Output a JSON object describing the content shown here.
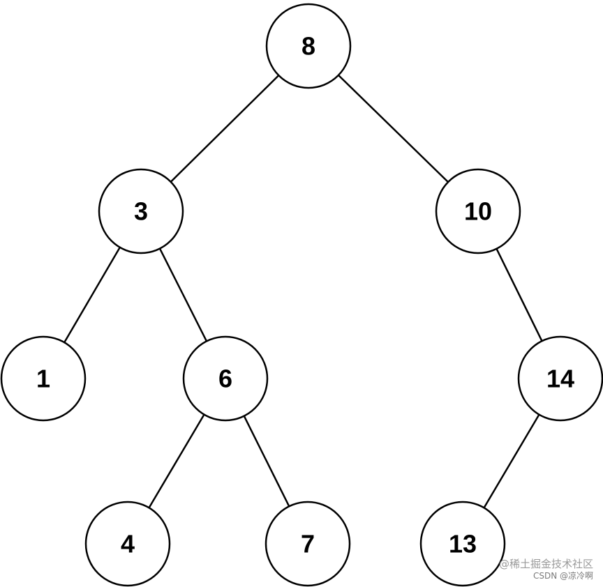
{
  "tree": {
    "nodes": [
      {
        "id": "n8",
        "label": "8"
      },
      {
        "id": "n3",
        "label": "3"
      },
      {
        "id": "n10",
        "label": "10"
      },
      {
        "id": "n1",
        "label": "1"
      },
      {
        "id": "n6",
        "label": "6"
      },
      {
        "id": "n14",
        "label": "14"
      },
      {
        "id": "n4",
        "label": "4"
      },
      {
        "id": "n7",
        "label": "7"
      },
      {
        "id": "n13",
        "label": "13"
      }
    ],
    "edges": [
      {
        "from": "n8",
        "to": "n3"
      },
      {
        "from": "n8",
        "to": "n10"
      },
      {
        "from": "n3",
        "to": "n1"
      },
      {
        "from": "n3",
        "to": "n6"
      },
      {
        "from": "n10",
        "to": "n14"
      },
      {
        "from": "n6",
        "to": "n4"
      },
      {
        "from": "n6",
        "to": "n7"
      },
      {
        "from": "n14",
        "to": "n13"
      }
    ]
  },
  "watermark": {
    "line1": "@稀土掘金技术社区",
    "line2": "CSDN @凉冷啊"
  },
  "colors": {
    "stroke": "#000000",
    "fill": "#ffffff"
  }
}
